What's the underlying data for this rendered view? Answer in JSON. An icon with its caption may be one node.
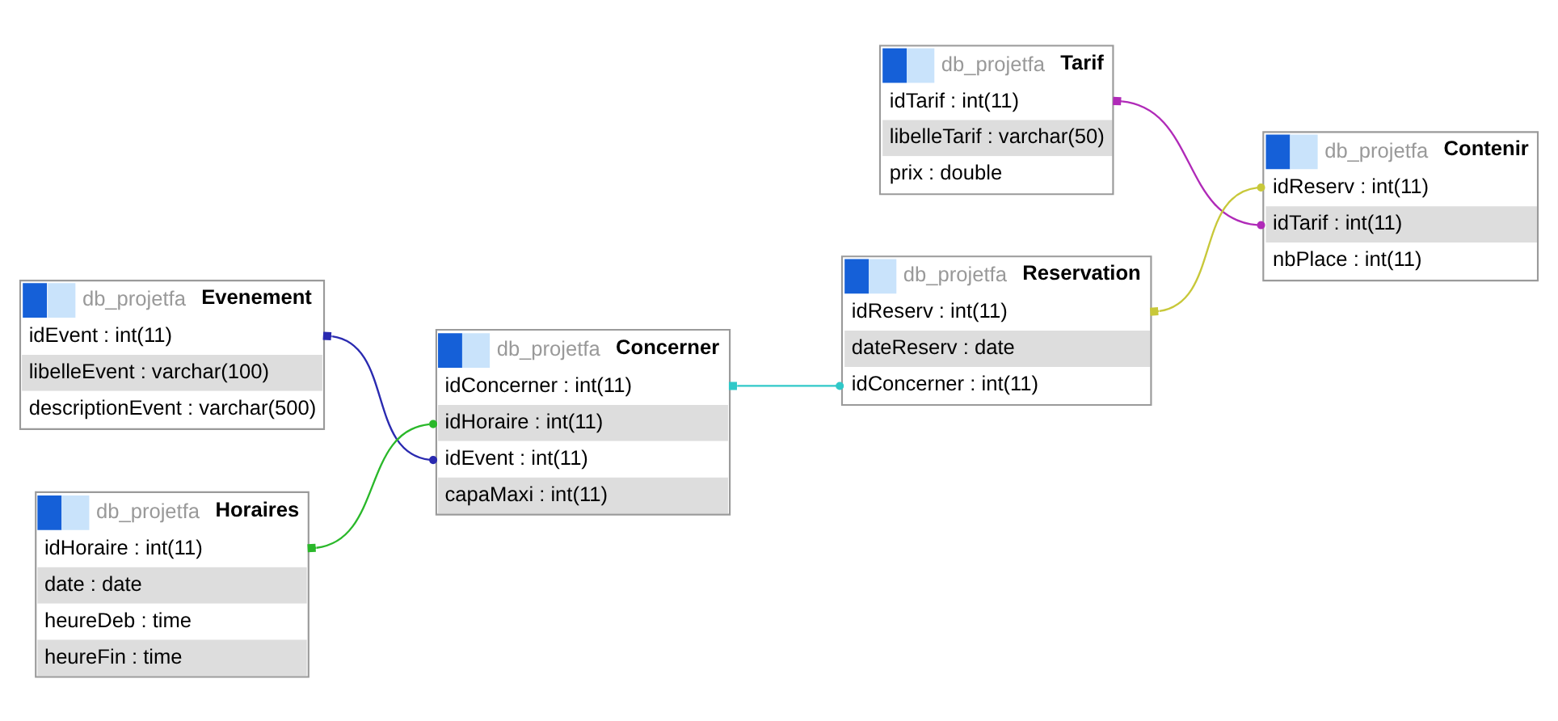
{
  "diagram": {
    "nodes": [
      {
        "text": [
          "db_projetfa",
          "Evenement",
          "idEvent : int(11)",
          "libelleEvent : varchar(100)",
          "descriptionEvent : varchar(500)"
        ]
      },
      {
        "text": [
          "db_projetfa",
          "Tarif",
          "idTarif : int(11)",
          "libelleTarif : varchar(50)",
          "prix : double"
        ]
      },
      {
        "text": [
          "db_projetfa",
          "Contenir",
          "idReserv : int(11)",
          "idTarif : int(11)",
          "nbPlace : int(11)"
        ]
      },
      {
        "text": [
          "db_projetfa",
          "Horaires",
          "idHoraire : int(11)",
          "date : date",
          "heureDeb : time",
          "heureFin : time"
        ]
      },
      {
        "text": [
          "db_projetfa",
          "Concerner",
          "idConcerner : int(11)",
          "idHoraire : int(11)",
          "idEvent : int(11)",
          "capaMaxi : int(11)"
        ]
      },
      {
        "text": [
          "db_projetfa",
          "Reservation",
          "idReserv : int(11)",
          "dateReserv : date",
          "idConcerner : int(11)"
        ]
      }
    ],
    "edges": [
      {
        "from": 0,
        "to": 4,
        "arrow": "other",
        "color": "#2a2ab0"
      },
      {
        "from": 1,
        "to": 2,
        "arrow": "other",
        "color": "#b02ab8"
      },
      {
        "from": 5,
        "to": 2,
        "arrow": "other",
        "color": "#c8c83a"
      },
      {
        "from": 3,
        "to": 4,
        "arrow": "other",
        "color": "#2ab82a"
      },
      {
        "from": 4,
        "to": 5,
        "arrow": "other",
        "color": "#30c8c8"
      }
    ]
  }
}
